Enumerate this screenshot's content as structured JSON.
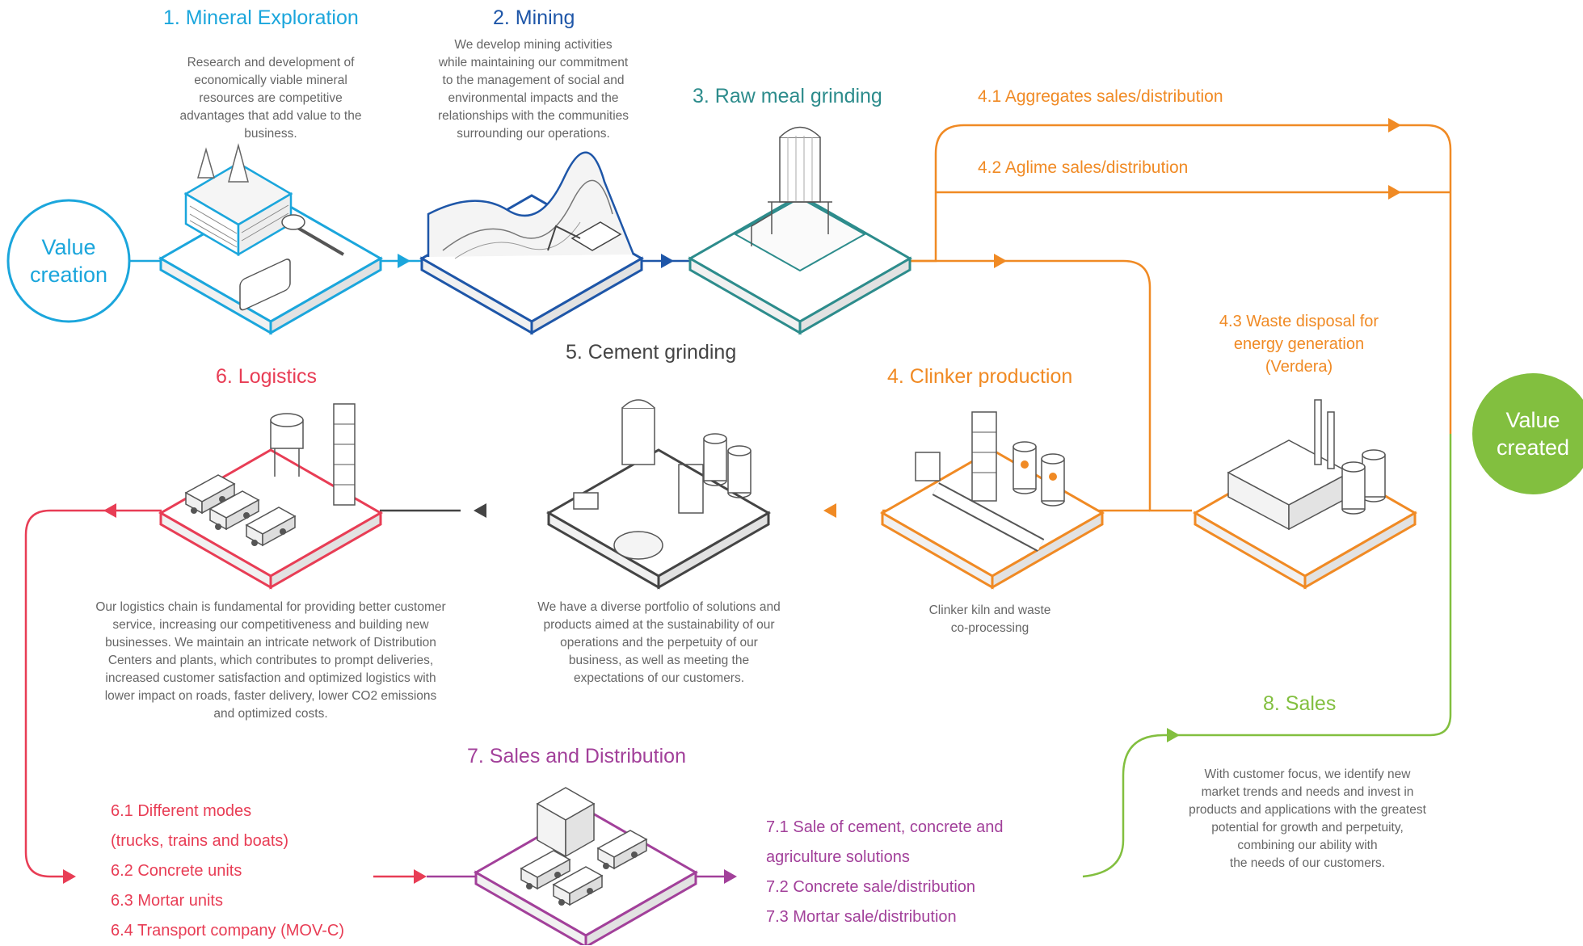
{
  "colors": {
    "cyan": "#1ba6dc",
    "blue": "#1e56a8",
    "teal": "#2d8c8c",
    "orange": "#f08a24",
    "dark": "#444444",
    "red": "#e83d55",
    "purple": "#a2409a",
    "green": "#82bf3f"
  },
  "value_creation": {
    "line1": "Value",
    "line2": "creation"
  },
  "value_created": {
    "line1": "Value",
    "line2": "created"
  },
  "stages": {
    "s1": {
      "title": "1. Mineral Exploration",
      "desc": [
        "Research and development of",
        "economically viable mineral",
        "resources are competitive",
        "advantages that add value to the",
        "business."
      ],
      "icon": "exploration-icon"
    },
    "s2": {
      "title": "2. Mining",
      "desc": [
        "We develop mining activities",
        "while maintaining our commitment",
        "to the management of social and",
        "environmental impacts and the",
        "relationships with the communities",
        "surrounding our operations."
      ],
      "icon": "mining-pit-icon"
    },
    "s3": {
      "title": "3. Raw meal grinding",
      "icon": "silo-icon"
    },
    "s4": {
      "title": "4. Clinker production",
      "desc": [
        "Clinker kiln and waste",
        "co-processing"
      ],
      "icon": "kiln-icon"
    },
    "s41": {
      "title": "4.1 Aggregates sales/distribution"
    },
    "s42": {
      "title": "4.2 Aglime sales/distribution"
    },
    "s43": {
      "title": [
        "4.3 Waste disposal for",
        "energy generation",
        "(Verdera)"
      ],
      "icon": "factory-icon"
    },
    "s5": {
      "title": "5. Cement grinding",
      "desc": [
        "We have a diverse portfolio of solutions and",
        "products aimed at the sustainability of our",
        "operations and the perpetuity of our",
        "business, as well as meeting the",
        "expectations of our customers."
      ],
      "icon": "cement-plant-icon"
    },
    "s6": {
      "title": "6. Logistics",
      "desc": [
        "Our logistics chain is fundamental for providing better customer",
        "service, increasing our competitiveness and building new",
        "businesses. We maintain an intricate network of Distribution",
        "Centers and plants, which contributes to prompt deliveries,",
        "increased customer satisfaction and optimized logistics with",
        "lower impact on roads, faster delivery, lower CO2 emissions",
        "and optimized costs."
      ],
      "items": [
        "6.1 Different modes",
        "(trucks, trains and boats)",
        "6.2 Concrete units",
        "6.3 Mortar units",
        "6.4 Transport company (MOV-C)"
      ],
      "icon": "trucks-icon"
    },
    "s7": {
      "title": "7. Sales and Distribution",
      "items": [
        "7.1 Sale of cement, concrete and",
        "agriculture solutions",
        "7.2 Concrete sale/distribution",
        "7.3 Mortar sale/distribution"
      ],
      "icon": "warehouse-icon"
    },
    "s8": {
      "title": "8. Sales",
      "desc": [
        "With customer focus, we identify new",
        "market trends and needs and invest in",
        "products and applications with the greatest",
        "potential for growth and perpetuity,",
        "combining our ability with",
        "the needs of our customers."
      ]
    }
  }
}
